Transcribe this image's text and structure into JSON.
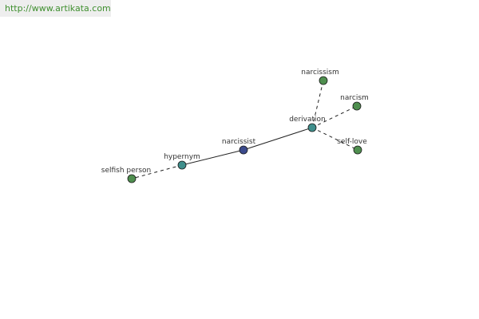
{
  "header": {
    "source_url": "http://www.artikata.com"
  },
  "graph": {
    "center": "narcissist",
    "colors": {
      "center_node": "#3b4a8c",
      "relation_node": "#3f8f8c",
      "term_node": "#4f8f4f",
      "edge": "#222222"
    },
    "nodes": [
      {
        "id": "narcissist",
        "label": "narcissist",
        "kind": "center"
      },
      {
        "id": "hypernym",
        "label": "hypernym",
        "kind": "relation"
      },
      {
        "id": "derivation",
        "label": "derivation",
        "kind": "relation"
      },
      {
        "id": "selfish-person",
        "label": "selfish person",
        "kind": "term"
      },
      {
        "id": "narcissism",
        "label": "narcissism",
        "kind": "term"
      },
      {
        "id": "narcism",
        "label": "narcism",
        "kind": "term"
      },
      {
        "id": "self-love",
        "label": "self-love",
        "kind": "term"
      }
    ],
    "edges": [
      {
        "from": "narcissist",
        "to": "hypernym",
        "style": "solid"
      },
      {
        "from": "narcissist",
        "to": "derivation",
        "style": "solid"
      },
      {
        "from": "hypernym",
        "to": "selfish-person",
        "style": "dashed"
      },
      {
        "from": "derivation",
        "to": "narcissism",
        "style": "dashed"
      },
      {
        "from": "derivation",
        "to": "narcism",
        "style": "dashed"
      },
      {
        "from": "derivation",
        "to": "self-love",
        "style": "dashed"
      }
    ]
  }
}
